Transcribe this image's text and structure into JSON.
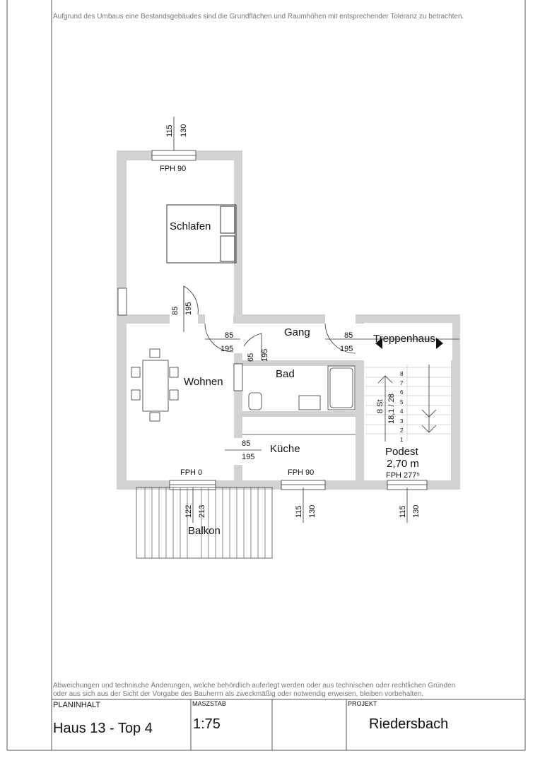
{
  "header_note": "Aufgrund des Umbaus eine Bestandsgebäudes sind die Grundflächen und Raumhöhen mit entsprechender Toleranz zu betrachten.",
  "footer_note": [
    "Abweichungen und technische Änderungen, welche behördlich auferlegt werden oder aus technischen oder rechtlichen Gründen",
    "oder aus sich aus der Sicht der Vorgabe des Bauherrn als zweckmäßig oder notwendig erweisen, bleiben vorbehalten."
  ],
  "title_block": {
    "planinhalt_label": "PLANINHALT",
    "planinhalt_value": "Haus 13 - Top 4",
    "massstab_label": "MASZSTAB",
    "massstab_value": "1:75",
    "projekt_label": "PROJEKT",
    "projekt_value": "Riedersbach"
  },
  "rooms": {
    "schlafen": "Schlafen",
    "wohnen": "Wohnen",
    "gang": "Gang",
    "bad": "Bad",
    "kueche": "Küche",
    "treppenhaus": "Treppenhaus",
    "balkon": "Balkon",
    "podest": "Podest",
    "podest_height": "2,70 m",
    "fph_277": "FPH 277⁵"
  },
  "windows": {
    "top": {
      "fph": "FPH 90",
      "a": "115",
      "b": "130"
    },
    "wohnen": {
      "fph": "FPH 0",
      "a": "122",
      "b": "213"
    },
    "kueche": {
      "fph": "FPH 90",
      "a": "115",
      "b": "130"
    },
    "stair": {
      "a": "115",
      "b": "130"
    }
  },
  "doors": {
    "schlafen": {
      "w": "85",
      "h": "195"
    },
    "gang_left": {
      "w": "85",
      "h": "195"
    },
    "bad": {
      "w": "65",
      "h": "195"
    },
    "treppenhaus": {
      "w": "85",
      "h": "195"
    },
    "kueche": {
      "w": "85",
      "h": "195"
    }
  },
  "stair": {
    "steps": [
      "1",
      "2",
      "3",
      "4",
      "5",
      "6",
      "7",
      "8"
    ],
    "count": "8 St",
    "ratio": "18,1 / 28"
  }
}
